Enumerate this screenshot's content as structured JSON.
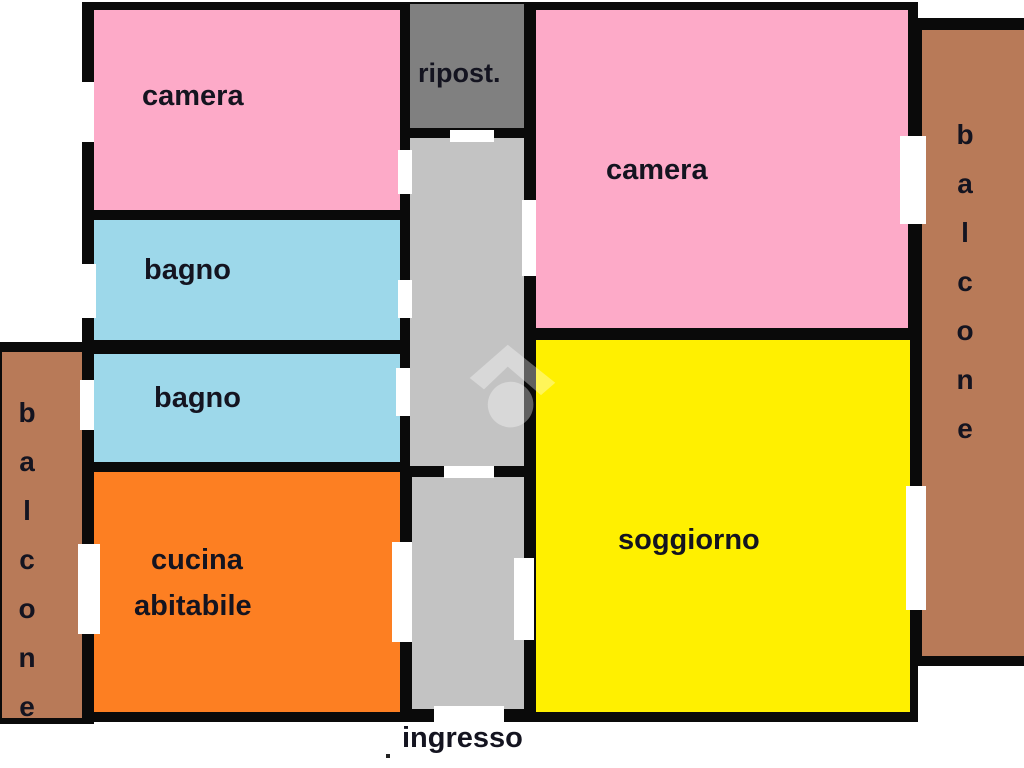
{
  "plan": {
    "colors": {
      "camera": "#fdaac8",
      "bagno": "#9dd8ea",
      "cucina": "#fd7f22",
      "soggiorno": "#fff000",
      "ripostiglio": "#808080",
      "corridoio": "#c3c3c3",
      "balcone": "#b87a58",
      "wall": "#0a0a0a"
    },
    "rooms": {
      "camera_1": "camera",
      "bagno_1": "bagno",
      "bagno_2": "bagno",
      "cucina_line1": "cucina",
      "cucina_line2": "abitabile",
      "ripostiglio": "ripost.",
      "camera_2": "camera",
      "soggiorno": "soggiorno",
      "ingresso": "ingresso"
    },
    "balcone_left": [
      "b",
      "a",
      "l",
      "c",
      "o",
      "n",
      "e"
    ],
    "balcone_right": [
      "b",
      "a",
      "l",
      "c",
      "o",
      "n",
      "e"
    ]
  }
}
